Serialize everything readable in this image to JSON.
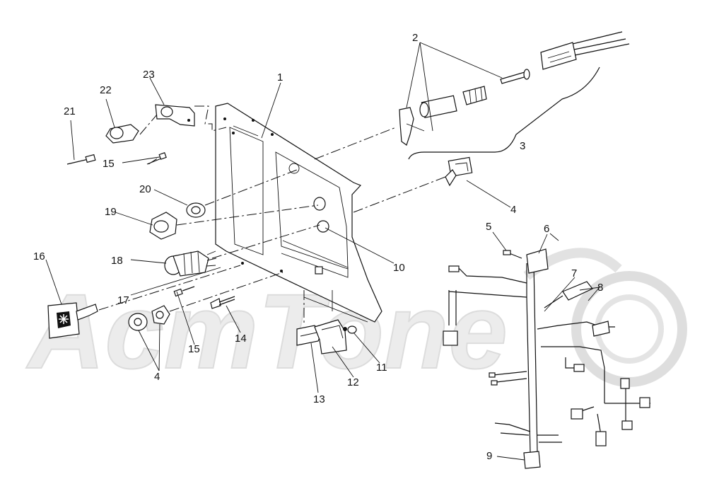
{
  "watermark": {
    "text": "AcmTone"
  },
  "callouts": {
    "c1": "1",
    "c2": "2",
    "c3": "3",
    "c4a": "4",
    "c4b": "4",
    "c5": "5",
    "c6": "6",
    "c7": "7",
    "c8": "8",
    "c9": "9",
    "c10": "10",
    "c11": "11",
    "c12": "12",
    "c13": "13",
    "c14": "14",
    "c15a": "15",
    "c15b": "15",
    "c16": "16",
    "c17": "17",
    "c18": "18",
    "c19": "19",
    "c20": "20",
    "c21": "21",
    "c22": "22",
    "c23": "23"
  }
}
